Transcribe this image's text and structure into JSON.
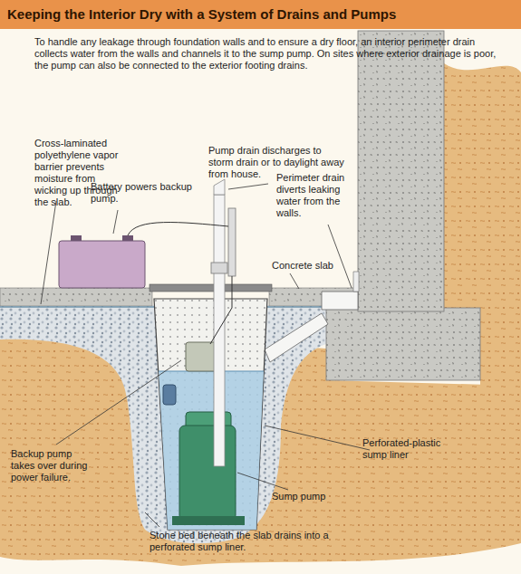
{
  "diagram": {
    "title": "Keeping the Interior Dry with a System of Drains and Pumps",
    "labels": [
      "To handle any leakage through foundation walls and to ensure a dry floor, an interior perimeter drain collects water from the walls and channels it to the sump pump. On sites where exterior drainage is poor, the pump can also be connected to the exterior footing drains.",
      "Cross-laminated polyethylene vapor barrier prevents moisture from wicking up through the slab.",
      "Pump drain discharges to storm drain or to daylight away from house.",
      "Battery powers backup pump.",
      "Perimeter drain diverts leaking water from the walls.",
      "Concrete slab",
      "Backup pump takes over during power failure.",
      "Perforated-plastic sump liner",
      "Sump pump",
      "Stone bed beneath the slab drains into a perforated sump liner."
    ]
  }
}
